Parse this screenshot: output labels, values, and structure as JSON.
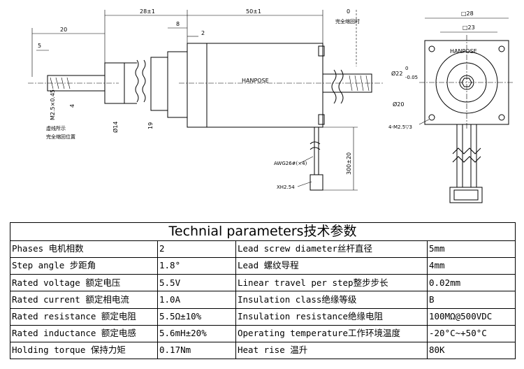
{
  "drawing": {
    "brand_side": "HANPOSE",
    "brand_front": "HANPOSE",
    "dims": {
      "len_28": "28±1",
      "len_50": "50±1",
      "zero": "0",
      "full_retract": "完全缩回时",
      "d20": "20",
      "d8": "8",
      "d2": "2",
      "d5": "5",
      "d4": "4",
      "thread": "M2.5×0.45",
      "phi14": "Ø14",
      "d19": "19",
      "dashed_note_1": "虚线所示",
      "dashed_note_2": "完全缩回位置",
      "wire": "AWG26#(×4)",
      "wire_len": "300±20",
      "connector": "XH2.54",
      "sq28": "□28",
      "sq23": "□23",
      "phi22": "Ø22",
      "phi22_tol_top": "0",
      "phi22_tol_bot": "-0.05",
      "phi20": "Ø20",
      "holes": "4-M2.5▽3"
    }
  },
  "table": {
    "title": "Technial parameters技术参数",
    "rows": [
      {
        "label": "Phases 电机相数",
        "value": "2",
        "label2": "Lead screw diameter丝杆直径",
        "value2": "5mm"
      },
      {
        "label": "Step angle 步距角",
        "value": "1.8°",
        "label2": "Lead 螺纹导程",
        "value2": "4mm"
      },
      {
        "label": "Rated voltage 额定电压",
        "value": "5.5V",
        "label2": "Linear travel per step整步步长",
        "value2": "0.02mm"
      },
      {
        "label": "Rated current 额定相电流",
        "value": "1.0A",
        "label2": "Insulation class绝缘等级",
        "value2": "B"
      },
      {
        "label": "Rated resistance 额定电阻",
        "value": "5.5Ω±10%",
        "label2": "Insulation resistance绝缘电阻",
        "value2": "100MΩ@500VDC"
      },
      {
        "label": "Rated inductance 额定电感",
        "value": "5.6mH±20%",
        "label2": "Operating temperature工作环境温度",
        "value2": "-20°C~+50°C"
      },
      {
        "label": "Holding torque 保持力矩",
        "value": "0.17Nm",
        "label2": "Heat rise 温升",
        "value2": "80K"
      }
    ]
  }
}
